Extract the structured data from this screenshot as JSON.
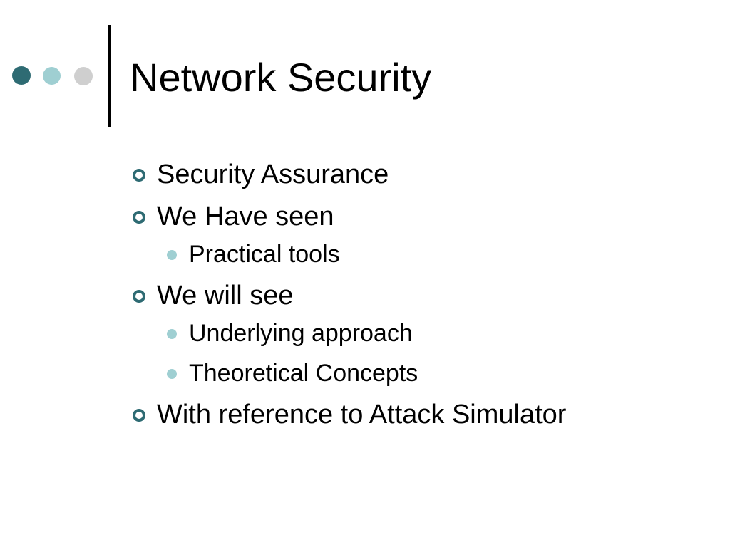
{
  "colors": {
    "dot_dark": "#2e6b73",
    "dot_light": "#9fcfd2",
    "dot_gray": "#cfcfcf",
    "ring_bullet": "#2e6b73",
    "sub_bullet": "#9fcfd2"
  },
  "slide": {
    "title": "Network Security",
    "items": [
      {
        "level": 1,
        "text": "Security Assurance"
      },
      {
        "level": 1,
        "text": "We Have seen"
      },
      {
        "level": 2,
        "text": "Practical tools"
      },
      {
        "level": 1,
        "text": "We will see"
      },
      {
        "level": 2,
        "text": "Underlying approach"
      },
      {
        "level": 2,
        "text": "Theoretical Concepts"
      },
      {
        "level": 1,
        "text": "With reference to Attack Simulator"
      }
    ]
  }
}
